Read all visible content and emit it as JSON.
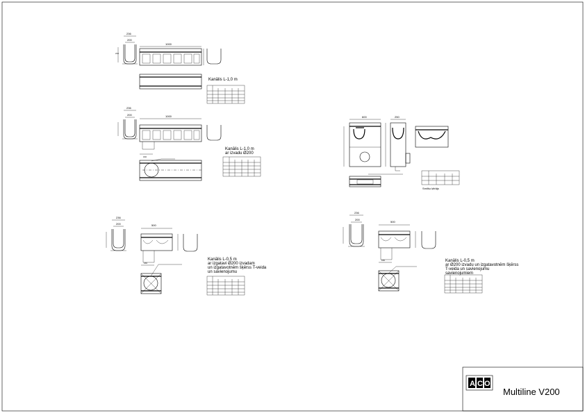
{
  "title_block": {
    "product_name": "Multiline V200",
    "logo_letters": [
      "A",
      "C",
      "O"
    ]
  },
  "views": {
    "v1": {
      "dim_width_outer": "236",
      "dim_width_inner": "200",
      "dim_length": "1000",
      "caption": "Kanālis L-1,0 m"
    },
    "v2": {
      "dim_width_outer": "236",
      "dim_width_inner": "200",
      "dim_length": "1000",
      "dim_offset": "160",
      "caption_line1": "Kanālis L-1,0 m",
      "caption_line2": "ar izvadu Ø200"
    },
    "v3": {
      "dim_width_outer": "236",
      "dim_width_inner": "200",
      "dim_length": "500",
      "dim_offset": "160",
      "caption_lines": [
        "Kanālis L-0,5 m",
        "ar izgatavi Ø200 izvadam",
        "un izgatavotnēm šķērss T-veida",
        "un savienojumu"
      ]
    },
    "v4": {
      "dim_width": "600",
      "dim_depth": "250",
      "caption": "Smilšu ķērājs"
    },
    "v5": {
      "dim_width_outer": "236",
      "dim_width_inner": "200",
      "dim_length": "500",
      "dim_offset": "160",
      "caption_lines": [
        "Kanālis L-0,5 m",
        "ar Ø200 izvadu un izgatavotnēm šķērss",
        "T-veida un savienojumu",
        "savienojumiem"
      ]
    }
  }
}
